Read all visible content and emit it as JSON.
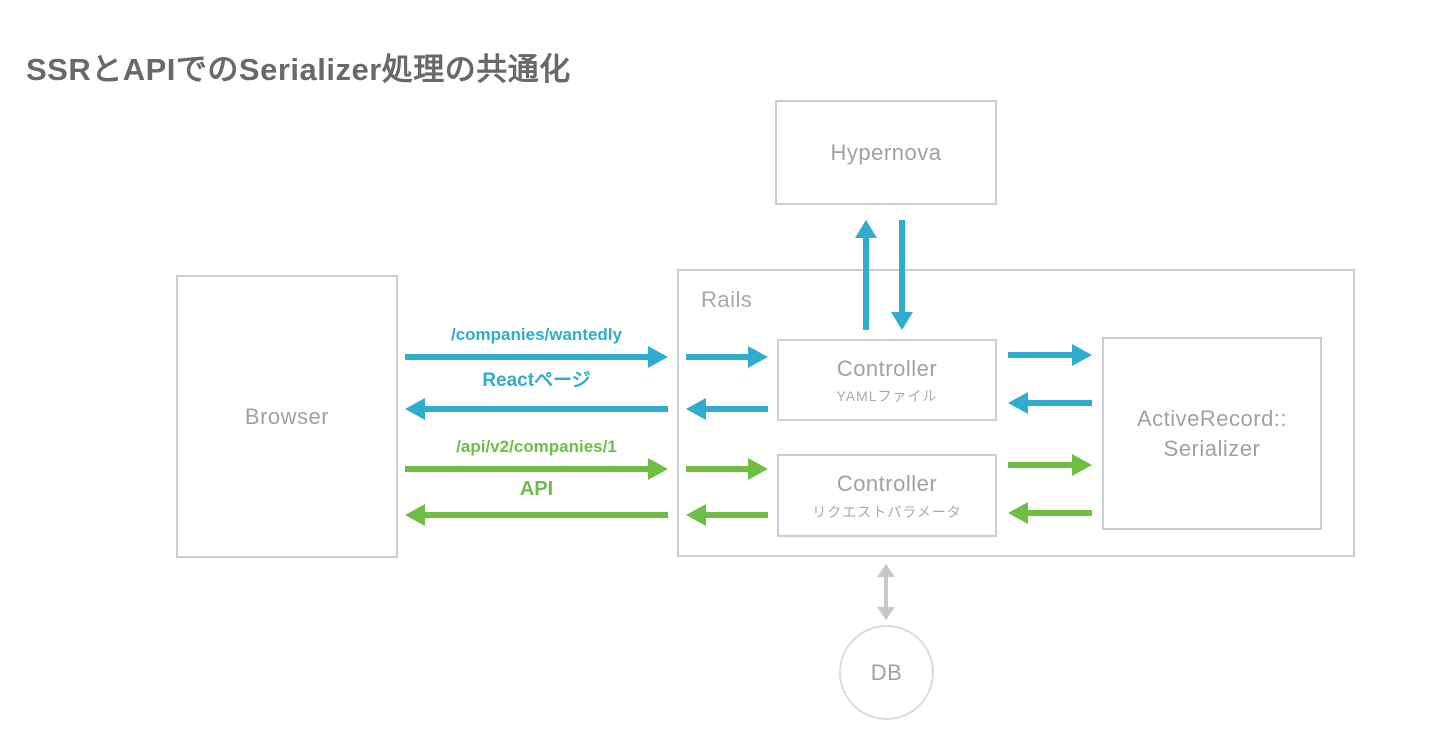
{
  "title": "SSRとAPIでのSerializer処理の共通化",
  "colors": {
    "ssr_blue": "#30acce",
    "api_green": "#6fbe44",
    "box_border_gray": "#c9cdd4",
    "label_gray": "#9ea1a5",
    "db_arrow_gray": "#c7c8ca"
  },
  "nodes": {
    "hypernova": {
      "label": "Hypernova"
    },
    "browser": {
      "label": "Browser"
    },
    "rails": {
      "label": "Rails"
    },
    "controller_ssr": {
      "label": "Controller",
      "sublabel": "YAMLファイル"
    },
    "controller_api": {
      "label": "Controller",
      "sublabel": "リクエストパラメータ"
    },
    "serializer": {
      "label_line1": "ActiveRecord::",
      "label_line2": "Serializer"
    },
    "db": {
      "label": "DB"
    }
  },
  "flows": {
    "ssr": {
      "request_label": "/companies/wantedly",
      "response_label": "Reactページ"
    },
    "api": {
      "request_label": "/api/v2/companies/1",
      "response_label": "API"
    }
  }
}
